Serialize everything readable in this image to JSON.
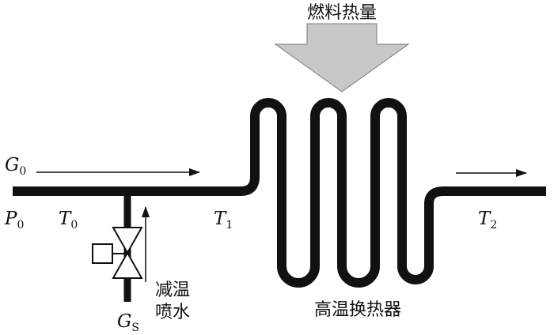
{
  "diagram": {
    "top_label": "燃料热量",
    "exchanger_label": "高温换热器",
    "spray_label_line1": "减温",
    "spray_label_line2": "喷水",
    "variables": {
      "g0": {
        "symbol": "G",
        "sub": "0"
      },
      "p0": {
        "symbol": "P",
        "sub": "0"
      },
      "t0": {
        "symbol": "T",
        "sub": "0"
      },
      "t1": {
        "symbol": "T",
        "sub": "1"
      },
      "t2": {
        "symbol": "T",
        "sub": "2"
      },
      "gs": {
        "symbol": "G",
        "sub": "S"
      }
    },
    "colors": {
      "pipe": "#111111",
      "heat_arrow_fill": "#c8c8c8",
      "heat_arrow_stroke": "#7a7a7a"
    }
  }
}
